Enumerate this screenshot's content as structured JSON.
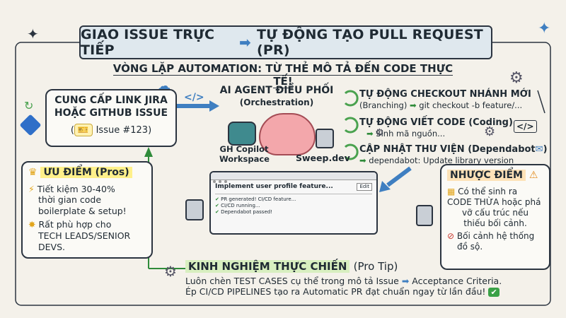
{
  "header": {
    "title_left": "GIAO ISSUE TRỰC TIẾP",
    "title_right": "TỰ ĐỘNG TẠO PULL REQUEST (PR)",
    "subtitle": "VÒNG LẶP AUTOMATION: TỪ THẺ MÔ TẢ ĐẾN CODE THỰC TẾ!"
  },
  "input_box": {
    "line1": "CUNG CẤP LINK JIRA",
    "line2": "HOẶC GITHUB ISSUE",
    "issue_badge": "Issue #123"
  },
  "agent": {
    "title": "AI AGENT ĐIỀU PHỐI",
    "subtitle": "(Orchestration)",
    "tool_left": "GH Copilot\nWorkspace",
    "tool_left_1": "GH Copilot",
    "tool_left_2": "Workspace",
    "tool_right": "Sweep.dev"
  },
  "steps": [
    {
      "title": "TỰ ĐỘNG CHECKOUT NHÁNH MỚI",
      "detail_prefix": "(Branching)",
      "detail": "git checkout -b feature/..."
    },
    {
      "title": "TỰ ĐỘNG VIẾT CODE (Coding)",
      "detail": "Sinh mã nguồn..."
    },
    {
      "title": "CẬP NHẬT THƯ VIỆN (Dependabot",
      "detail": "dependabot: Update library version"
    }
  ],
  "browser": {
    "heading": "Implement user profile feature...",
    "button": "Edit",
    "status_lines": [
      "PR generated! CI/CD feature...",
      "CI/CD running...",
      "Dependabot passed!"
    ]
  },
  "pros": {
    "title": "ƯU ĐIỂM (Pros)",
    "items": [
      "Tiết kiệm 30-40% thời gian code boilerplate & setup!",
      "Rất phù hợp cho TECH LEADS/SENIOR DEVS."
    ],
    "item1_lines": [
      "Tiết kiệm 30-40%",
      "thời gian code",
      "boilerplate & setup!"
    ],
    "item2_lines": [
      "Rất phù hợp cho",
      "TECH LEADS/SENIOR",
      "DEVS."
    ]
  },
  "cons": {
    "title": "NHƯỢC ĐIỂM",
    "item1_lines": [
      "Có thể sinh ra",
      "CODE THỪA hoặc phá",
      "vỡ cấu trúc nếu",
      "thiếu bối cảnh."
    ],
    "item2_lines": [
      "Bối cảnh hệ thống",
      "đồ sộ."
    ]
  },
  "tip": {
    "title": "KINH NGHIỆM THỰC CHIẾN",
    "title_suffix": "(Pro Tip)",
    "line1_a": "Luôn chèn TEST CASES cụ thể trong mô tả Issue",
    "line1_b": "Acceptance Criteria.",
    "line2": "Ép CI/CD PIPELINES tạo ra Automatic PR đạt chuẩn ngay từ lần đầu!"
  },
  "icons": [
    "jira-icon",
    "cloud-icon",
    "code-icon",
    "robot-icon",
    "brain-icon",
    "gear-icon",
    "crown-icon",
    "lightning-icon",
    "warning-icon",
    "sparkle-icon",
    "check-icon"
  ],
  "colors": {
    "accent_blue": "#3f7fc1",
    "accent_green": "#2f8b3a",
    "banner_bg": "#dfe8ee",
    "highlight_yellow": "#fff08a",
    "highlight_orange": "#fde2b8"
  }
}
